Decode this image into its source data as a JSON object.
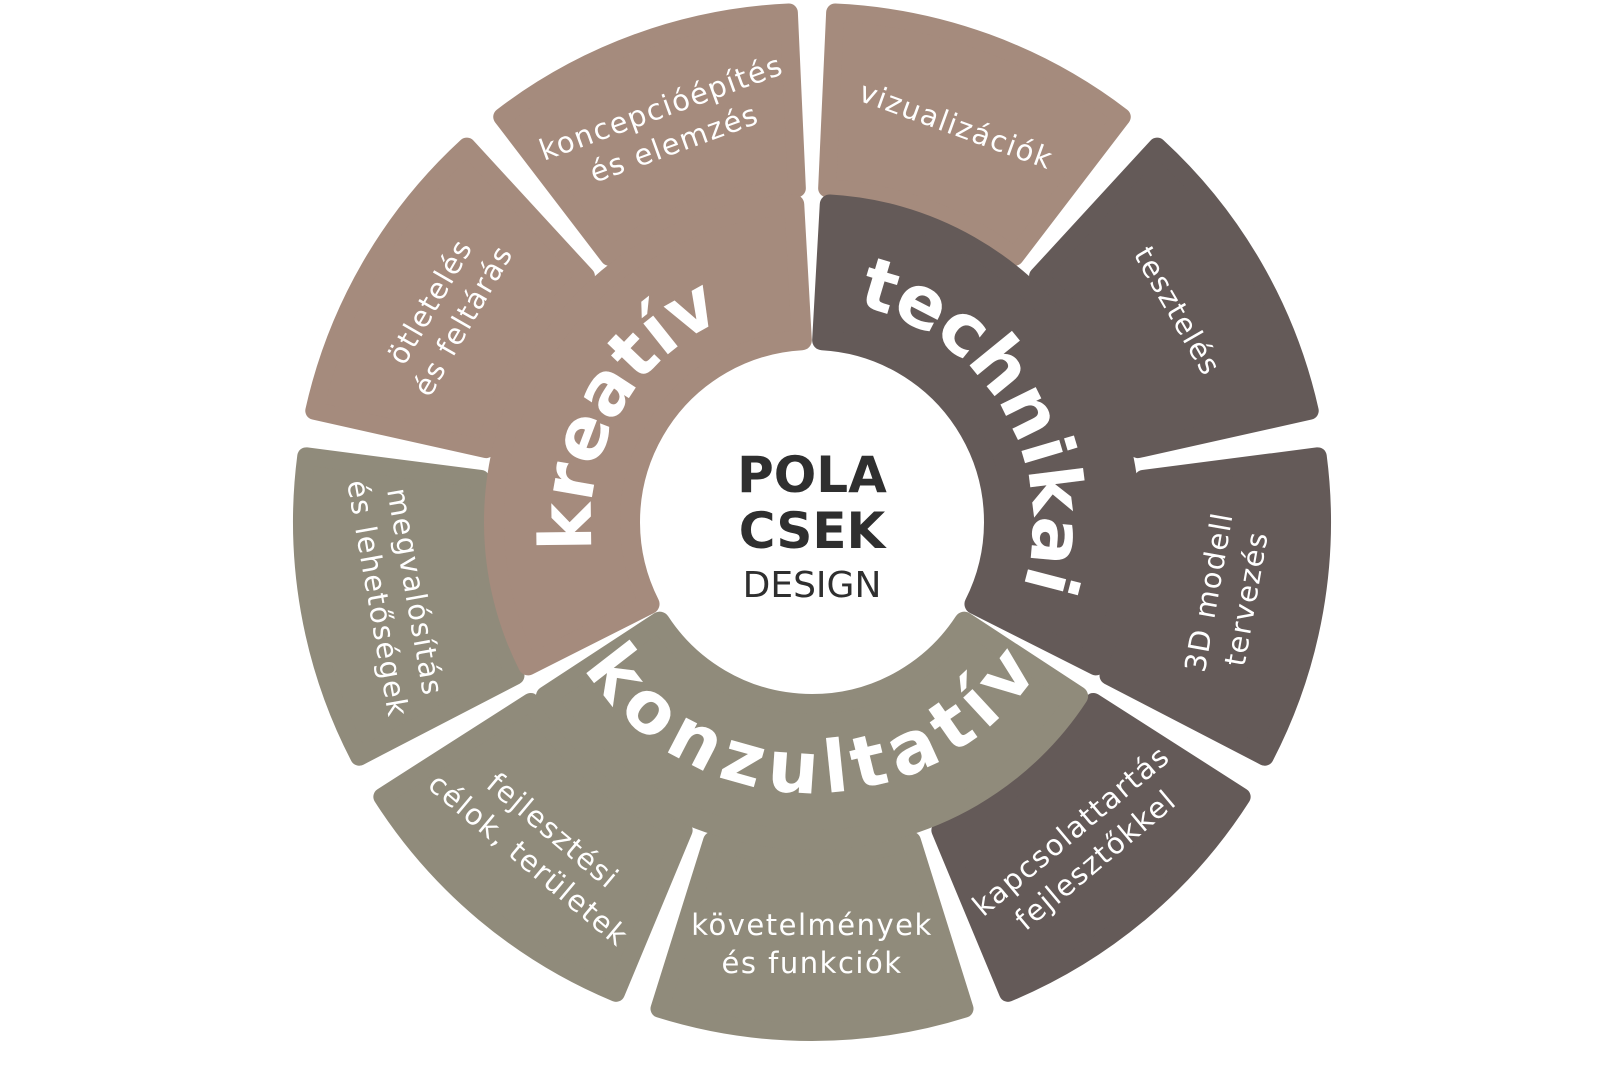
{
  "logo": {
    "line1": "POLA",
    "line2": "CSEK",
    "line3": "DESIGN"
  },
  "colors": {
    "kreativ": "#a58b7d",
    "technikai": "#645a58",
    "konzultativ": "#908b7b",
    "text": "#ffffff",
    "logo": "#2f2f2f"
  },
  "categories": [
    {
      "name": "kreatív",
      "color_key": "kreativ"
    },
    {
      "name": "technikai",
      "color_key": "technikai"
    },
    {
      "name": "konzultatív",
      "color_key": "konzultativ"
    }
  ],
  "items": [
    {
      "lines": [
        "vizualizációk"
      ],
      "category": "kreativ"
    },
    {
      "lines": [
        "tesztelés"
      ],
      "category": "technikai"
    },
    {
      "lines": [
        "3D modell",
        "tervezés"
      ],
      "category": "technikai"
    },
    {
      "lines": [
        "kapcsolattartás",
        "fejlesztőkkel"
      ],
      "category": "technikai"
    },
    {
      "lines": [
        "követelmények",
        "és funkciók"
      ],
      "category": "konzultativ"
    },
    {
      "lines": [
        "fejlesztési",
        "célok, területek"
      ],
      "category": "konzultativ"
    },
    {
      "lines": [
        "megvalósítás",
        "és lehetőségek"
      ],
      "category": "konzultativ"
    },
    {
      "lines": [
        "ötletelés",
        "és feltárás"
      ],
      "category": "kreativ"
    },
    {
      "lines": [
        "koncepcióépítés",
        "és elemzés"
      ],
      "category": "kreativ"
    }
  ]
}
